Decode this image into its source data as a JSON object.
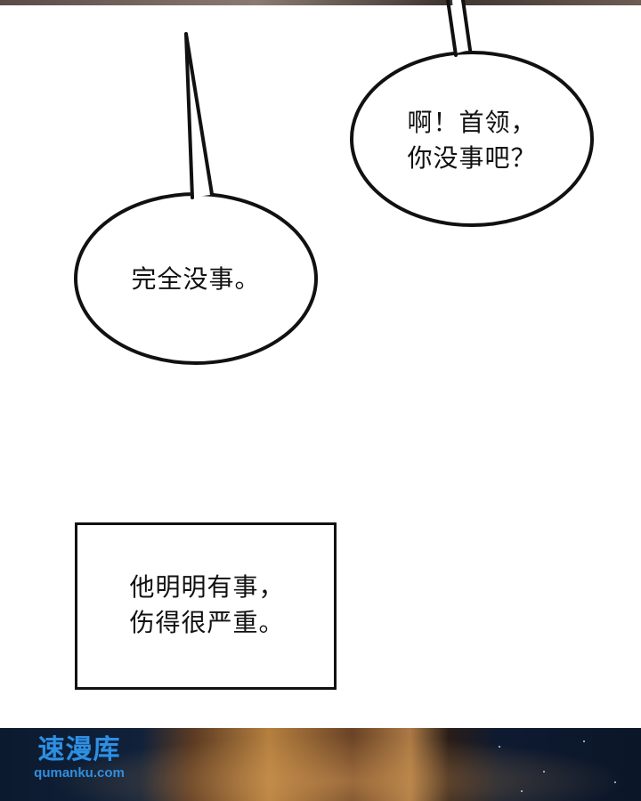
{
  "bubbles": [
    {
      "lines": [
        "啊！首领，",
        "你没事吧？"
      ]
    },
    {
      "lines": [
        "完全没事。"
      ]
    }
  ],
  "caption": {
    "lines": [
      "他明明有事，",
      "伤得很严重。"
    ]
  },
  "watermark": {
    "name": "速漫库",
    "url": "qumanku.com"
  },
  "colors": {
    "ink": "#111111",
    "page": "#ffffff",
    "watermark": "#2f8fe0"
  }
}
